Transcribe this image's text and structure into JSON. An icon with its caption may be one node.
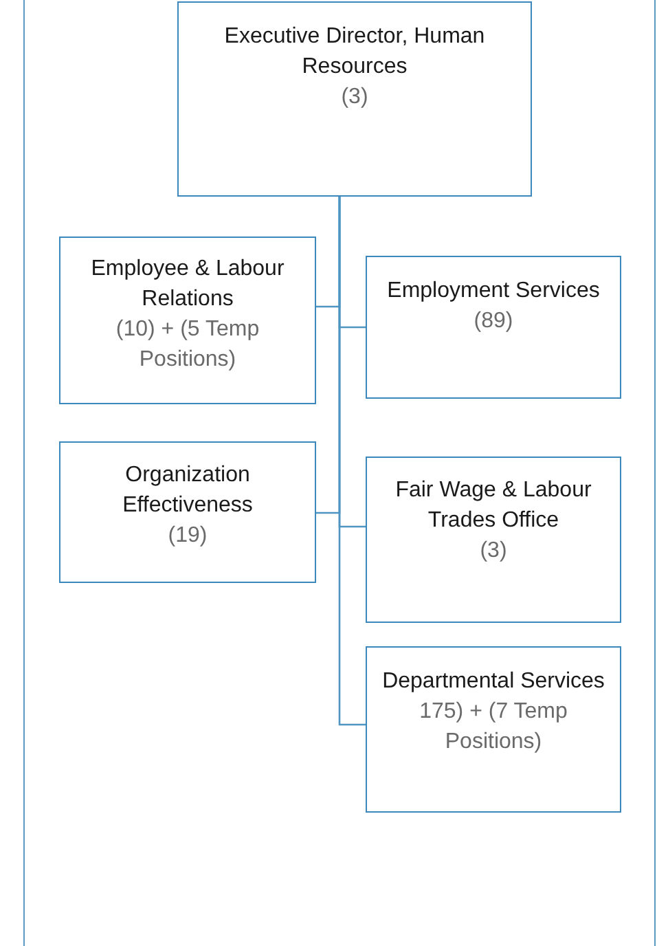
{
  "diagram": {
    "nodes": [
      {
        "text": [
          "Executive Director, Human Resources",
          "(3)"
        ]
      },
      {
        "text": [
          "Employee & Labour Relations",
          "(10) + (5 Temp Positions)"
        ]
      },
      {
        "text": [
          "Employment Services",
          "(89)"
        ]
      },
      {
        "text": [
          "Organization Effectiveness",
          "(19)"
        ]
      },
      {
        "text": [
          "Fair Wage & Labour Trades Office",
          "(3)"
        ]
      },
      {
        "text": [
          "Departmental Services",
          "175) + (7 Temp Positions)"
        ]
      }
    ],
    "edges": [
      {
        "from": 0,
        "to": 1,
        "arrow": "none"
      },
      {
        "from": 0,
        "to": 2,
        "arrow": "none"
      },
      {
        "from": 0,
        "to": 3,
        "arrow": "none"
      },
      {
        "from": 0,
        "to": 4,
        "arrow": "none"
      },
      {
        "from": 0,
        "to": 5,
        "arrow": "none"
      }
    ]
  }
}
